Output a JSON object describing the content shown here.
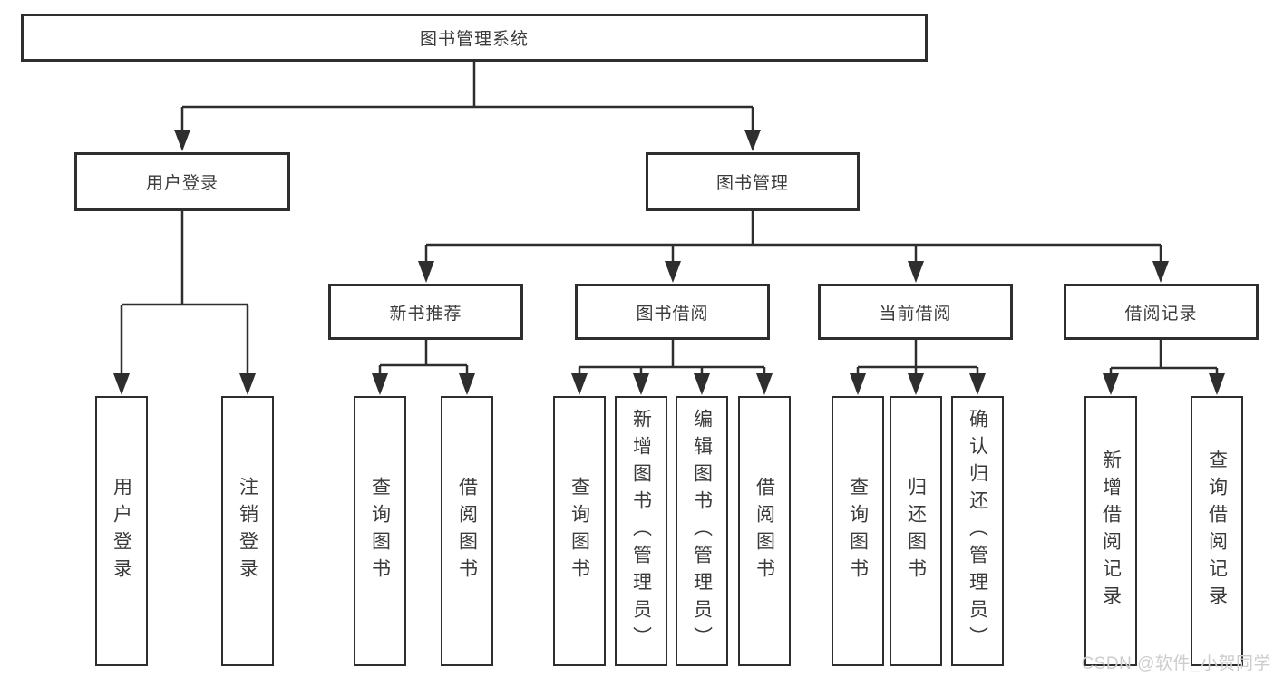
{
  "watermark": "CSDN @软件_小贺同学",
  "colors": {
    "line": "#2e2e2e",
    "text": "#3b3b3b",
    "box_background": "#ffffff",
    "watermark": "#cdcdcd",
    "background": "#ffffff"
  },
  "tree": {
    "root": {
      "label": "图书管理系统"
    },
    "level2": [
      {
        "label": "用户登录",
        "children": [
          {
            "label": "用户登录"
          },
          {
            "label": "注销登录"
          }
        ]
      },
      {
        "label": "图书管理"
      }
    ],
    "level3": [
      {
        "label": "新书推荐",
        "children": [
          {
            "label": "查询图书"
          },
          {
            "label": "借阅图书"
          }
        ]
      },
      {
        "label": "图书借阅",
        "children": [
          {
            "label": "查询图书"
          },
          {
            "label": "新增图书（管理员）"
          },
          {
            "label": "编辑图书（管理员）"
          },
          {
            "label": "借阅图书"
          }
        ]
      },
      {
        "label": "当前借阅",
        "children": [
          {
            "label": "查询图书"
          },
          {
            "label": "归还图书"
          },
          {
            "label": "确认归还（管理员）"
          }
        ]
      },
      {
        "label": "借阅记录",
        "children": [
          {
            "label": "新增借阅记录"
          },
          {
            "label": "查询借阅记录"
          }
        ]
      }
    ]
  }
}
